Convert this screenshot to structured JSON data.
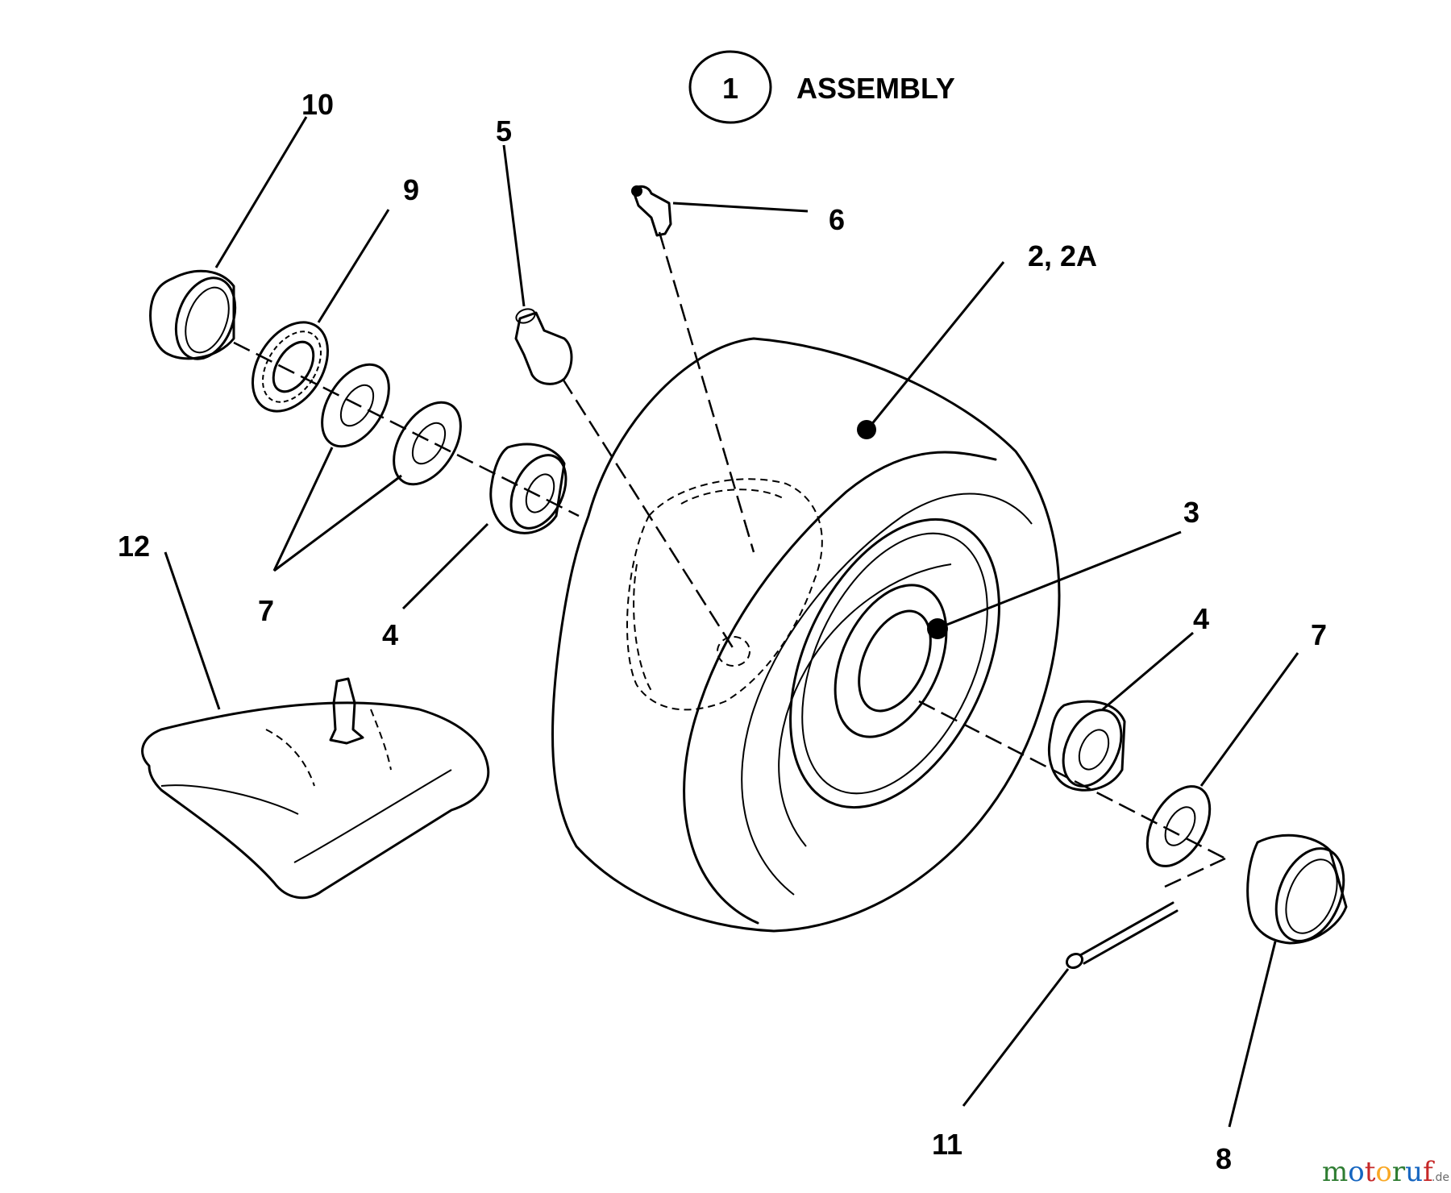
{
  "assembly_note": {
    "number": "1",
    "text": "ASSEMBLY"
  },
  "callouts": {
    "c10": "10",
    "c9": "9",
    "c5": "5",
    "c6": "6",
    "c2": "2, 2A",
    "c7_left": "7",
    "c12": "12",
    "c4_left": "4",
    "c3": "3",
    "c4_right": "4",
    "c7_right": "7",
    "c11": "11",
    "c8": "8"
  },
  "watermark": {
    "letters": [
      "m",
      "o",
      "t",
      "o",
      "r",
      "u",
      "f"
    ],
    "letter_colors": [
      "#2e7d32",
      "#1565c0",
      "#c62828",
      "#f9a825",
      "#2e7d32",
      "#1565c0",
      "#c62828"
    ],
    "tld": ".de"
  }
}
